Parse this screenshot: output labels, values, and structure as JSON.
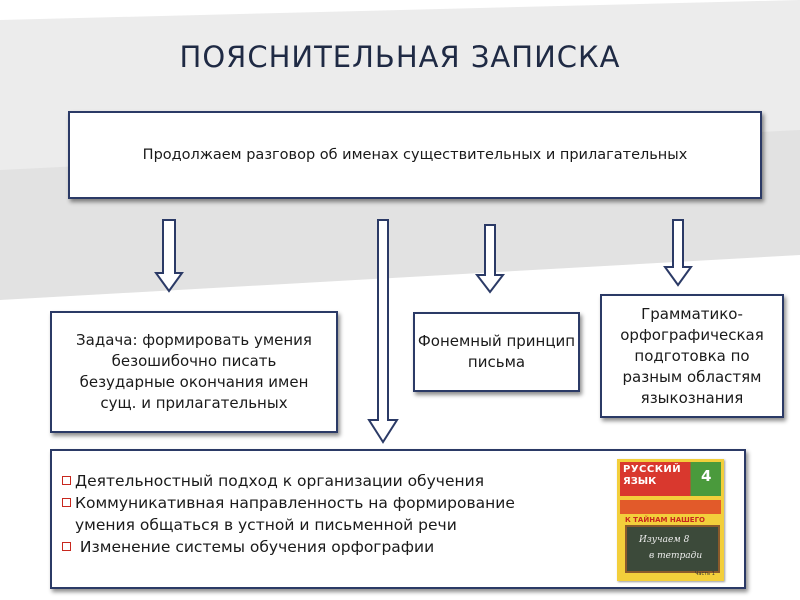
{
  "title": "ПОЯСНИТЕЛЬНАЯ ЗАПИСКА",
  "main_box": "Продолжаем разговор об именах существительных и прилагательных",
  "task_box": "Задача: формировать умения безошибочно писать безударные окончания имен сущ. и прилагательных",
  "phonemic_box": "Фонемный принцип письма",
  "grammar_box": "Грамматико-орфографическая подготовка по разным областям языкознания",
  "bottom": {
    "items": [
      "Деятельностный подход  к организации обучения",
      "Коммуникативная направленность на формирование",
      "умения общаться в устной и письменной  речи",
      " Изменение системы обучения орфографии"
    ]
  },
  "book": {
    "title1": "РУССКИЙ",
    "title2": "ЯЗЫК",
    "grade": "4",
    "subtitle": "К ТАЙНАМ НАШЕГО ЯЗЫКА",
    "board_line1": "Изучаем 8",
    "board_line2": "в тетради",
    "part": "Часть 1"
  },
  "colors": {
    "band": "#dcdcdc",
    "border": "#2b3a66",
    "bullet": "#c8281e"
  }
}
